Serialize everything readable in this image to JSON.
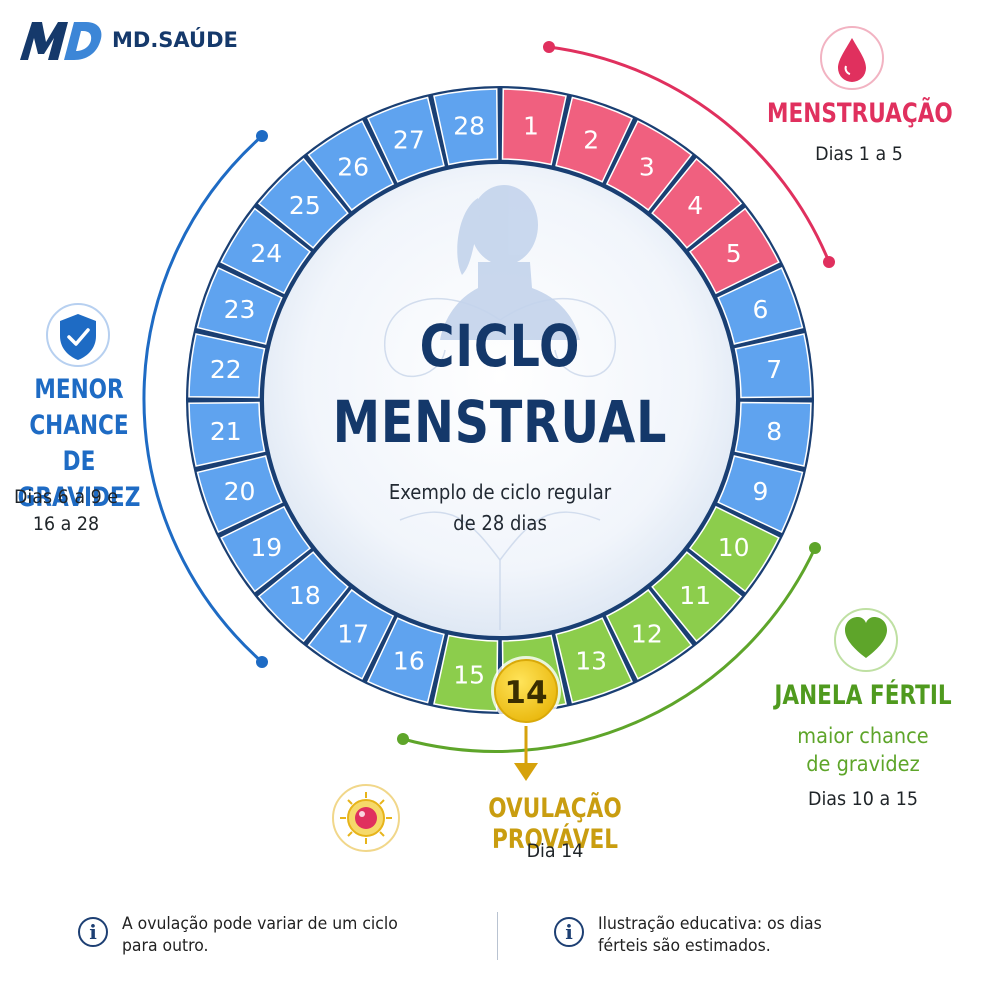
{
  "brand": {
    "logo_mark": "MD",
    "name": "MD.SAÚDE"
  },
  "title": {
    "line1": "CICLO",
    "line2": "MENSTRUAL"
  },
  "subtitle": {
    "line1": "Exemplo de ciclo regular",
    "line2": "de 28 dias"
  },
  "colors": {
    "menstruation": "#f0607f",
    "low_chance": "#5fa3ef",
    "fertile": "#8ccd4c",
    "ovulation": "#f2c61a",
    "ring_outline": "#1a3f73",
    "title": "#14386a"
  },
  "days": [
    {
      "day": "1",
      "phase": "menstruation"
    },
    {
      "day": "2",
      "phase": "menstruation"
    },
    {
      "day": "3",
      "phase": "menstruation"
    },
    {
      "day": "4",
      "phase": "menstruation"
    },
    {
      "day": "5",
      "phase": "menstruation"
    },
    {
      "day": "6",
      "phase": "low"
    },
    {
      "day": "7",
      "phase": "low"
    },
    {
      "day": "8",
      "phase": "low"
    },
    {
      "day": "9",
      "phase": "low"
    },
    {
      "day": "10",
      "phase": "fertile"
    },
    {
      "day": "11",
      "phase": "fertile"
    },
    {
      "day": "12",
      "phase": "fertile"
    },
    {
      "day": "13",
      "phase": "fertile"
    },
    {
      "day": "14",
      "phase": "ovulation"
    },
    {
      "day": "15",
      "phase": "fertile"
    },
    {
      "day": "16",
      "phase": "low"
    },
    {
      "day": "17",
      "phase": "low"
    },
    {
      "day": "18",
      "phase": "low"
    },
    {
      "day": "19",
      "phase": "low"
    },
    {
      "day": "20",
      "phase": "low"
    },
    {
      "day": "21",
      "phase": "low"
    },
    {
      "day": "22",
      "phase": "low"
    },
    {
      "day": "23",
      "phase": "low"
    },
    {
      "day": "24",
      "phase": "low"
    },
    {
      "day": "25",
      "phase": "low"
    },
    {
      "day": "26",
      "phase": "low"
    },
    {
      "day": "27",
      "phase": "low"
    },
    {
      "day": "28",
      "phase": "low"
    }
  ],
  "labels": {
    "menstruation": {
      "title": "MENSTRUAÇÃO",
      "sub": "Dias 1 a 5",
      "icon": "blood-drop-icon"
    },
    "low_chance": {
      "title": "MENOR\nCHANCE DE\nGRAVIDEZ",
      "sub": "Dias 6 a 9 e\n16 a 28",
      "icon": "shield-check-icon"
    },
    "fertile": {
      "title": "JANELA FÉRTIL",
      "sub1": "maior chance\nde gravidez",
      "sub2": "Dias 10 a 15",
      "icon": "heart-icon"
    },
    "ovulation": {
      "title": "OVULAÇÃO PROVÁVEL",
      "sub": "Dia 14",
      "icon": "ovum-icon"
    }
  },
  "notes": [
    {
      "icon": "info-icon",
      "glyph": "i",
      "text": "A ovulação pode variar de um ciclo\npara outro."
    },
    {
      "icon": "info-icon",
      "glyph": "i",
      "text": "Ilustração educativa:  os dias\nférteis são estimados."
    }
  ]
}
